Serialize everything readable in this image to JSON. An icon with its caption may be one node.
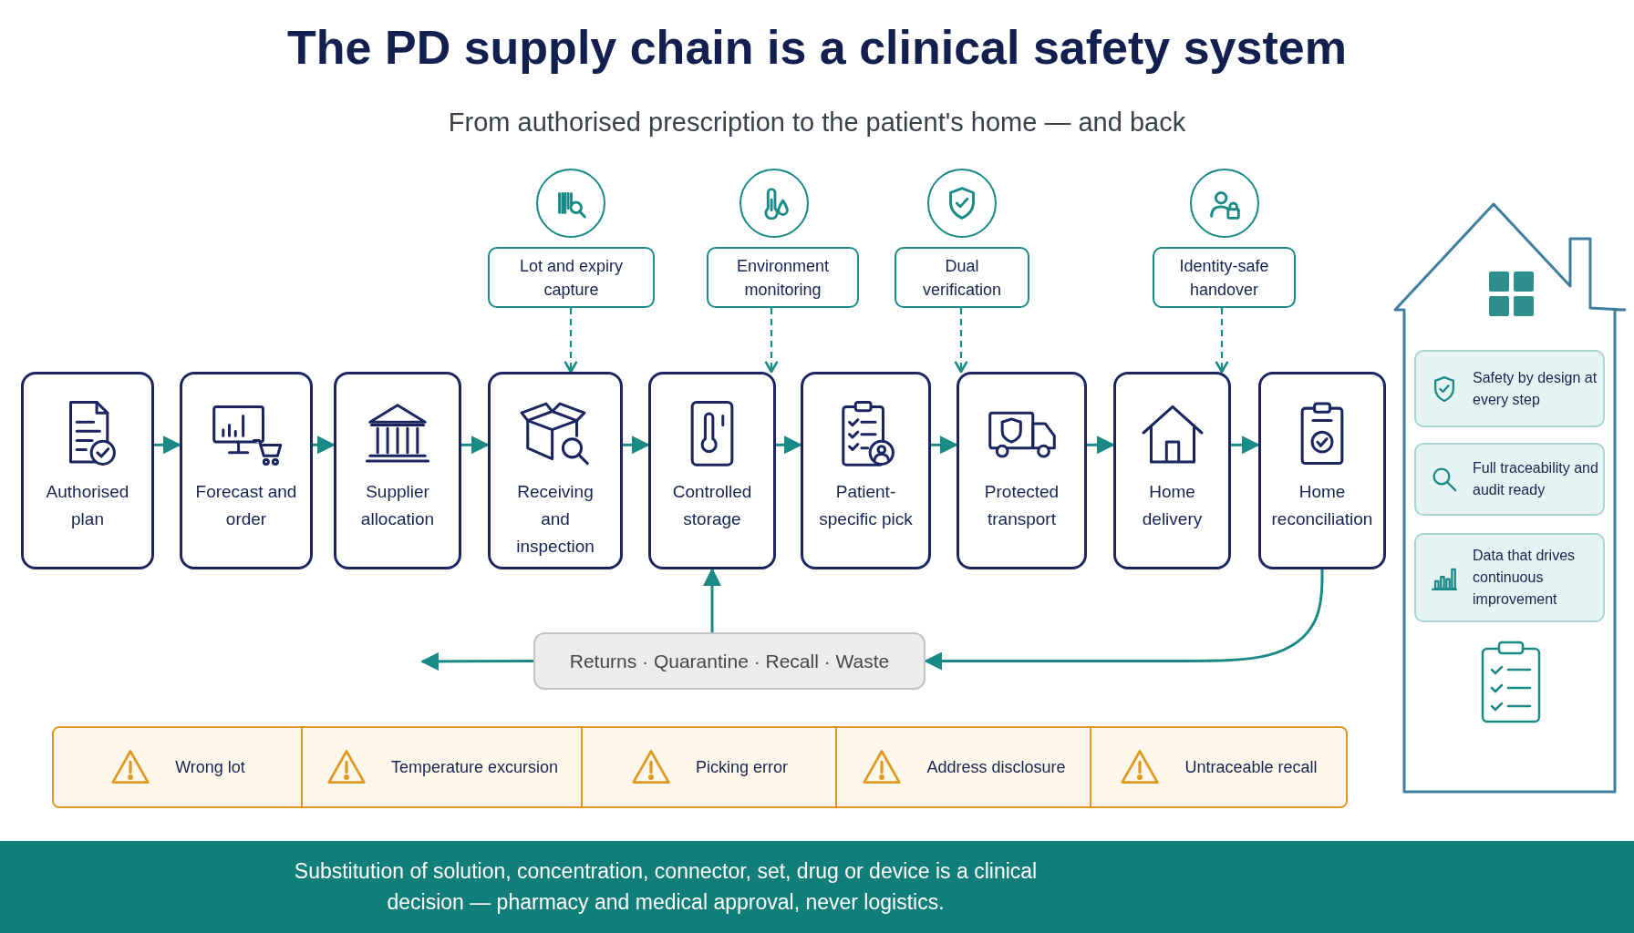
{
  "diagram": {
    "title": "The PD supply chain is a clinical safety system",
    "caption": "Substitution of solution, concentration, connector, set, drug or device is a clinical decision — pharmacy and medical approval, never logistics.",
    "nodes": [
      {
        "text": [
          "Authorised plan"
        ]
      },
      {
        "text": [
          "Forecast and order"
        ]
      },
      {
        "text": [
          "Supplier allocation"
        ]
      },
      {
        "text": [
          "Receiving and inspection"
        ]
      },
      {
        "text": [
          "Controlled storage"
        ]
      },
      {
        "text": [
          "Patient-specific pick"
        ]
      },
      {
        "text": [
          "Protected transport"
        ]
      },
      {
        "text": [
          "Home delivery"
        ]
      },
      {
        "text": [
          "Home reconciliation"
        ]
      },
      {
        "text": [
          "Lot and expiry capture"
        ]
      },
      {
        "text": [
          "Environment monitoring"
        ]
      },
      {
        "text": [
          "Dual verification"
        ]
      },
      {
        "text": [
          "Identity-safe handover"
        ]
      },
      {
        "text": [
          "Returns · Quarantine · Recall · Waste"
        ]
      },
      {
        "text": [
          "Safety by design at every step"
        ]
      },
      {
        "text": [
          "Full traceability and audit ready"
        ]
      },
      {
        "text": [
          "Data that drives continuous improvement"
        ]
      }
    ],
    "edges": [
      {
        "from": 0,
        "to": 1,
        "arrow": "to"
      },
      {
        "from": 1,
        "to": 2,
        "arrow": "to"
      },
      {
        "from": 2,
        "to": 3,
        "arrow": "to"
      },
      {
        "from": 3,
        "to": 4,
        "arrow": "to"
      },
      {
        "from": 4,
        "to": 5,
        "arrow": "to"
      },
      {
        "from": 5,
        "to": 6,
        "arrow": "to"
      },
      {
        "from": 6,
        "to": 7,
        "arrow": "to"
      },
      {
        "from": 7,
        "to": 8,
        "arrow": "to"
      },
      {
        "from": 9,
        "to": 3,
        "arrow": "to",
        "style": "dashed"
      },
      {
        "from": 10,
        "to": 4,
        "arrow": "to",
        "style": "dashed"
      },
      {
        "from": 11,
        "to": 6,
        "arrow": "to",
        "style": "dashed"
      },
      {
        "from": 12,
        "to": 7,
        "arrow": "to",
        "style": "dashed"
      },
      {
        "from": 13,
        "to": 4,
        "arrow": "to"
      },
      {
        "from": 13,
        "to": null,
        "arrow": "to"
      },
      {
        "from": 8,
        "to": 13,
        "arrow": "to"
      }
    ],
    "labels": [
      "From authorised prescription to the patient's home — and back",
      "Wrong lot",
      "Temperature excursion",
      "Picking error",
      "Address disclosure",
      "Untraceable recall"
    ]
  }
}
